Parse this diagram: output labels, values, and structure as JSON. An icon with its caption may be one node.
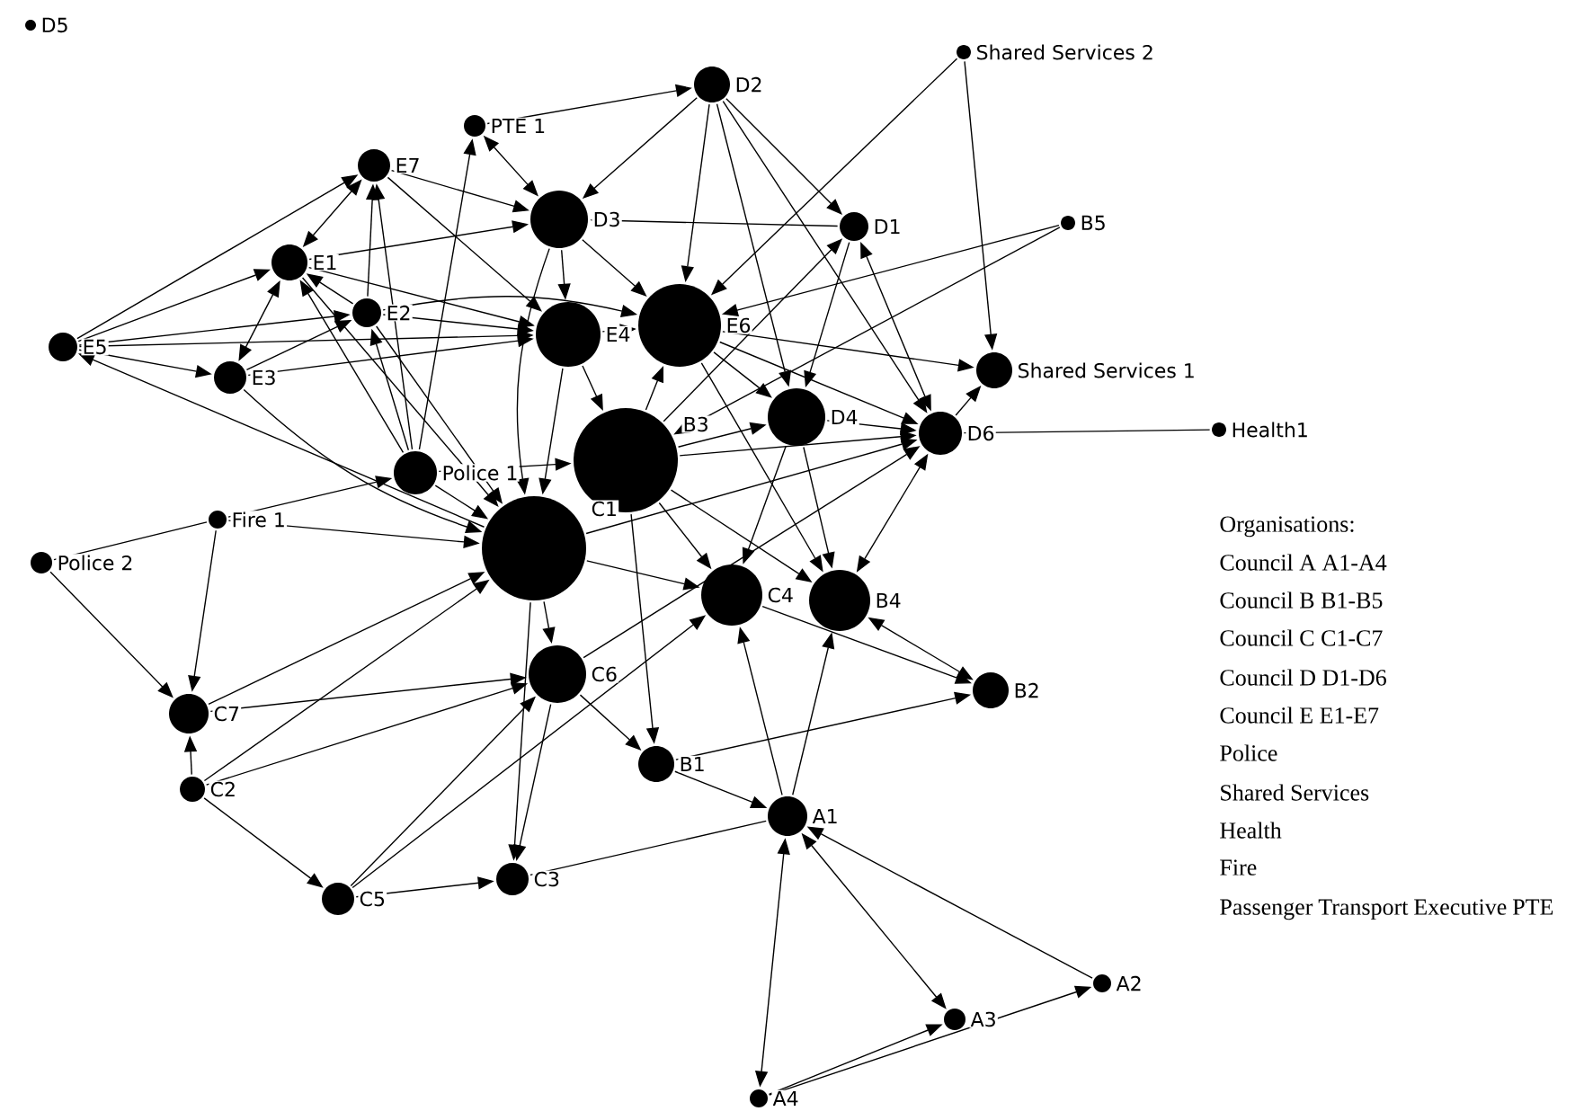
{
  "diagram": {
    "nodes": [
      {
        "text": [],
        "shape": "circle",
        "beside": [
          "D5"
        ]
      },
      {
        "text": [],
        "shape": "circle",
        "beside": [
          "D2"
        ]
      },
      {
        "text": [],
        "shape": "circle",
        "beside": [
          "Shared Services 2"
        ]
      },
      {
        "text": [],
        "shape": "circle",
        "beside": [
          "PTE 1"
        ]
      },
      {
        "text": [],
        "shape": "circle",
        "beside": [
          "E7"
        ]
      },
      {
        "text": [],
        "shape": "circle",
        "beside": [
          "D3"
        ]
      },
      {
        "text": [],
        "shape": "circle",
        "beside": [
          "D1"
        ]
      },
      {
        "text": [],
        "shape": "circle",
        "beside": [
          "B5"
        ]
      },
      {
        "text": [],
        "shape": "circle",
        "beside": [
          "E1"
        ]
      },
      {
        "text": [],
        "shape": "circle",
        "beside": [
          "E2"
        ]
      },
      {
        "text": [],
        "shape": "circle",
        "beside": [
          "E6"
        ]
      },
      {
        "text": [],
        "shape": "circle",
        "beside": [
          "E4"
        ]
      },
      {
        "text": [],
        "shape": "circle",
        "beside": [
          "E5"
        ]
      },
      {
        "text": [],
        "shape": "circle",
        "beside": [
          "E3"
        ]
      },
      {
        "text": [],
        "shape": "circle",
        "beside": [
          "Shared Services 1"
        ]
      },
      {
        "text": [],
        "shape": "circle",
        "beside": [
          "B3"
        ]
      },
      {
        "text": [],
        "shape": "circle",
        "beside": [
          "D4"
        ]
      },
      {
        "text": [],
        "shape": "circle",
        "beside": [
          "D6"
        ]
      },
      {
        "text": [],
        "shape": "circle",
        "beside": [
          "Health1"
        ]
      },
      {
        "text": [],
        "shape": "circle",
        "beside": [
          "Police 1"
        ]
      },
      {
        "text": [],
        "shape": "circle",
        "beside": [
          "Fire 1"
        ]
      },
      {
        "text": [],
        "shape": "circle",
        "beside": [
          "Police 2"
        ]
      },
      {
        "text": [],
        "shape": "circle",
        "beside": [
          "C1"
        ]
      },
      {
        "text": [],
        "shape": "circle",
        "beside": [
          "C4"
        ]
      },
      {
        "text": [],
        "shape": "circle",
        "beside": [
          "B4"
        ]
      },
      {
        "text": [],
        "shape": "circle",
        "beside": [
          "C6"
        ]
      },
      {
        "text": [],
        "shape": "circle",
        "beside": [
          "C7"
        ]
      },
      {
        "text": [],
        "shape": "circle",
        "beside": [
          "B1"
        ]
      },
      {
        "text": [],
        "shape": "circle",
        "beside": [
          "C2"
        ]
      },
      {
        "text": [],
        "shape": "circle",
        "beside": [
          "B2"
        ]
      },
      {
        "text": [],
        "shape": "circle",
        "beside": [
          "A1"
        ]
      },
      {
        "text": [],
        "shape": "circle",
        "beside": [
          "C5"
        ]
      },
      {
        "text": [],
        "shape": "circle",
        "beside": [
          "C3"
        ]
      },
      {
        "text": [],
        "shape": "circle",
        "beside": [
          "A2"
        ]
      },
      {
        "text": [],
        "shape": "circle",
        "beside": [
          "A3"
        ]
      },
      {
        "text": [],
        "shape": "circle",
        "beside": [
          "A4"
        ]
      }
    ],
    "edges": [
      {
        "from": 3,
        "to": 1,
        "arrow": "to"
      },
      {
        "from": 3,
        "to": 5,
        "arrow": "both"
      },
      {
        "from": 4,
        "to": 5,
        "arrow": "to"
      },
      {
        "from": 4,
        "to": 11,
        "arrow": "to"
      },
      {
        "from": 12,
        "to": 4,
        "arrow": "to"
      },
      {
        "from": 12,
        "to": 8,
        "arrow": "to"
      },
      {
        "from": 12,
        "to": 13,
        "arrow": "to"
      },
      {
        "from": 12,
        "to": 9,
        "arrow": "to"
      },
      {
        "from": 12,
        "to": 11,
        "arrow": "to"
      },
      {
        "from": 8,
        "to": 4,
        "arrow": "both"
      },
      {
        "from": 8,
        "to": 13,
        "arrow": "both"
      },
      {
        "from": 8,
        "to": 5,
        "arrow": "to"
      },
      {
        "from": 8,
        "to": 11,
        "arrow": "to"
      },
      {
        "from": 9,
        "to": 4,
        "arrow": "to"
      },
      {
        "from": 9,
        "to": 8,
        "arrow": "to"
      },
      {
        "from": 9,
        "to": 11,
        "arrow": "to"
      },
      {
        "from": 9,
        "to": 10,
        "arrow": "to"
      },
      {
        "from": 9,
        "to": 22,
        "arrow": "to"
      },
      {
        "from": 13,
        "to": 11,
        "arrow": "to"
      },
      {
        "from": 13,
        "to": 9,
        "arrow": "to"
      },
      {
        "from": 1,
        "to": 5,
        "arrow": "to"
      },
      {
        "from": 1,
        "to": 10,
        "arrow": "to"
      },
      {
        "from": 1,
        "to": 6,
        "arrow": "to"
      },
      {
        "from": 1,
        "to": 17,
        "arrow": "to"
      },
      {
        "from": 1,
        "to": 16,
        "arrow": "to"
      },
      {
        "from": 2,
        "to": 10,
        "arrow": "to"
      },
      {
        "from": 2,
        "to": 14,
        "arrow": "to"
      },
      {
        "from": 6,
        "to": 5,
        "arrow": "to"
      },
      {
        "from": 6,
        "to": 16,
        "arrow": "to"
      },
      {
        "from": 6,
        "to": 17,
        "arrow": "both"
      },
      {
        "from": 7,
        "to": 10,
        "arrow": "to"
      },
      {
        "from": 7,
        "to": 15,
        "arrow": "to"
      },
      {
        "from": 5,
        "to": 11,
        "arrow": "to"
      },
      {
        "from": 5,
        "to": 10,
        "arrow": "to"
      },
      {
        "from": 5,
        "to": 22,
        "arrow": "to"
      },
      {
        "from": 11,
        "to": 10,
        "arrow": "to"
      },
      {
        "from": 10,
        "to": 14,
        "arrow": "to"
      },
      {
        "from": 10,
        "to": 16,
        "arrow": "to"
      },
      {
        "from": 10,
        "to": 17,
        "arrow": "to"
      },
      {
        "from": 10,
        "to": 24,
        "arrow": "to"
      },
      {
        "from": 11,
        "to": 22,
        "arrow": "to"
      },
      {
        "from": 11,
        "to": 15,
        "arrow": "to"
      },
      {
        "from": 15,
        "to": 16,
        "arrow": "to"
      },
      {
        "from": 15,
        "to": 17,
        "arrow": "to"
      },
      {
        "from": 15,
        "to": 23,
        "arrow": "to"
      },
      {
        "from": 15,
        "to": 24,
        "arrow": "to"
      },
      {
        "from": 16,
        "to": 17,
        "arrow": "to"
      },
      {
        "from": 17,
        "to": 14,
        "arrow": "to"
      },
      {
        "from": 17,
        "to": 24,
        "arrow": "both"
      },
      {
        "from": 17,
        "to": 18,
        "arrow": "none"
      },
      {
        "from": 16,
        "to": 24,
        "arrow": "to"
      },
      {
        "from": 16,
        "to": 23,
        "arrow": "to"
      },
      {
        "from": 19,
        "to": 8,
        "arrow": "to"
      },
      {
        "from": 19,
        "to": 9,
        "arrow": "to"
      },
      {
        "from": 19,
        "to": 4,
        "arrow": "to"
      },
      {
        "from": 19,
        "to": 22,
        "arrow": "to"
      },
      {
        "from": 19,
        "to": 3,
        "arrow": "to"
      },
      {
        "from": 19,
        "to": 15,
        "arrow": "to"
      },
      {
        "from": 20,
        "to": 19,
        "arrow": "to"
      },
      {
        "from": 20,
        "to": 22,
        "arrow": "to"
      },
      {
        "from": 20,
        "to": 26,
        "arrow": "to"
      },
      {
        "from": 21,
        "to": 26,
        "arrow": "to"
      },
      {
        "from": 21,
        "to": 20,
        "arrow": "none"
      },
      {
        "from": 26,
        "to": 22,
        "arrow": "to"
      },
      {
        "from": 26,
        "to": 25,
        "arrow": "to"
      },
      {
        "from": 28,
        "to": 26,
        "arrow": "to"
      },
      {
        "from": 28,
        "to": 22,
        "arrow": "to"
      },
      {
        "from": 28,
        "to": 25,
        "arrow": "to"
      },
      {
        "from": 28,
        "to": 31,
        "arrow": "to"
      },
      {
        "from": 31,
        "to": 25,
        "arrow": "to"
      },
      {
        "from": 31,
        "to": 23,
        "arrow": "to"
      },
      {
        "from": 31,
        "to": 32,
        "arrow": "to"
      },
      {
        "from": 25,
        "to": 32,
        "arrow": "to"
      },
      {
        "from": 22,
        "to": 32,
        "arrow": "to"
      },
      {
        "from": 22,
        "to": 25,
        "arrow": "to"
      },
      {
        "from": 25,
        "to": 27,
        "arrow": "to"
      },
      {
        "from": 15,
        "to": 27,
        "arrow": "to"
      },
      {
        "from": 23,
        "to": 29,
        "arrow": "to"
      },
      {
        "from": 24,
        "to": 29,
        "arrow": "both"
      },
      {
        "from": 27,
        "to": 29,
        "arrow": "to"
      },
      {
        "from": 27,
        "to": 30,
        "arrow": "to"
      },
      {
        "from": 30,
        "to": 23,
        "arrow": "to"
      },
      {
        "from": 30,
        "to": 24,
        "arrow": "to"
      },
      {
        "from": 32,
        "to": 30,
        "arrow": "none"
      },
      {
        "from": 30,
        "to": 35,
        "arrow": "both"
      },
      {
        "from": 30,
        "to": 34,
        "arrow": "both"
      },
      {
        "from": 33,
        "to": 30,
        "arrow": "to"
      },
      {
        "from": 35,
        "to": 33,
        "arrow": "to"
      },
      {
        "from": 35,
        "to": 34,
        "arrow": "to"
      },
      {
        "from": 22,
        "to": 23,
        "arrow": "to"
      },
      {
        "from": 22,
        "to": 12,
        "arrow": "to"
      },
      {
        "from": 8,
        "to": 22,
        "arrow": "to"
      },
      {
        "from": 15,
        "to": 10,
        "arrow": "to"
      },
      {
        "from": 25,
        "to": 17,
        "arrow": "to"
      },
      {
        "from": 22,
        "to": 17,
        "arrow": "to"
      },
      {
        "from": 15,
        "to": 6,
        "arrow": "to"
      },
      {
        "from": 13,
        "to": 22,
        "arrow": "to"
      }
    ],
    "labels": [
      "Organisations:",
      "Council A  A1-A4",
      "Council B  B1-B5",
      "Council C  C1-C7",
      "Council D  D1-D6",
      "Council E  E1-E7",
      "Police",
      "Shared Services",
      "Health",
      "Fire",
      "Passenger Transport Executive PTE"
    ]
  }
}
